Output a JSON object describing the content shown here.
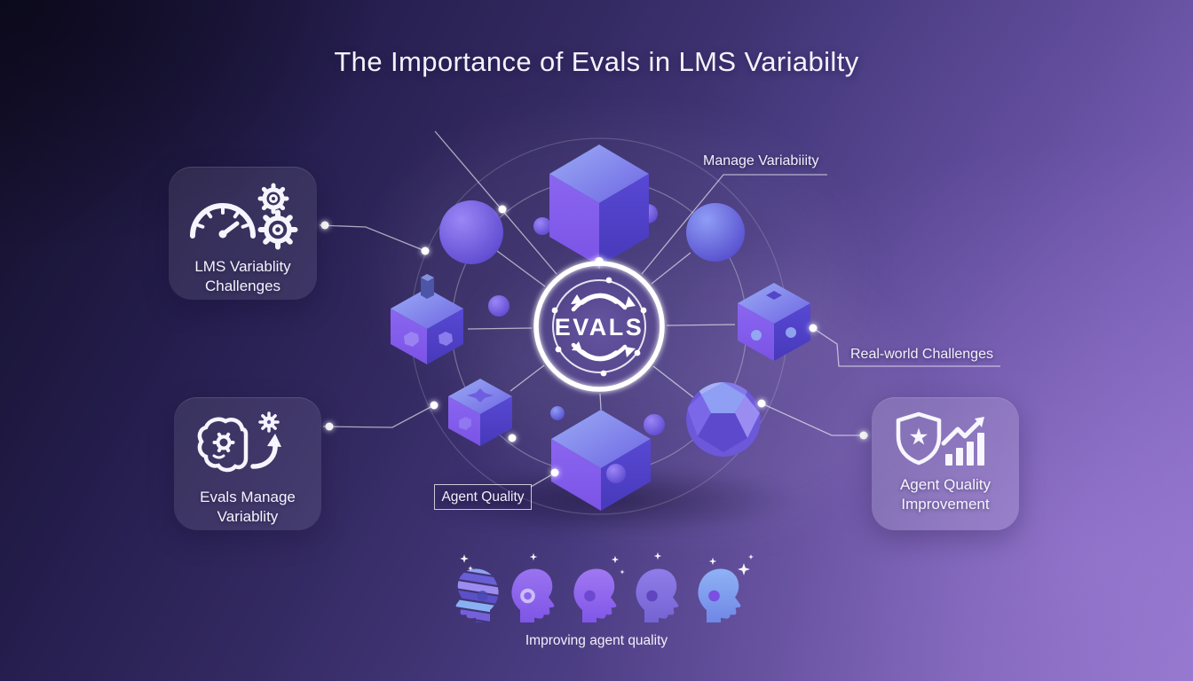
{
  "title": "The Importance of Evals in LMS Variabilty",
  "hub": {
    "label": "EVALS",
    "icon": "cycle-arrows-icon"
  },
  "callouts": {
    "manage_variability": "Manage Variabiiity",
    "real_world_challenges": "Real-world Challenges",
    "agent_quality": "Agent Quality"
  },
  "cards": {
    "lms_variability": {
      "line1": "LMS Variablity",
      "line2": "Challenges",
      "icon": "gauge-and-gears-icon"
    },
    "evals_manage": {
      "line1": "Evals Manage",
      "line2": "Variablity",
      "icon": "brain-gear-arrow-icon"
    },
    "agent_quality_improvement": {
      "line1": "Agent Quality",
      "line2": "Improvement",
      "icon": "shield-star-chart-icon"
    }
  },
  "footer": {
    "caption": "Improving agent quality",
    "head_count": 5
  },
  "colors": {
    "background_dark": "#130f28",
    "background_light": "#8f73c9",
    "accent_purple": "#7a5cf0",
    "accent_blue": "#8fa3f2",
    "line_white": "#ffffff"
  }
}
